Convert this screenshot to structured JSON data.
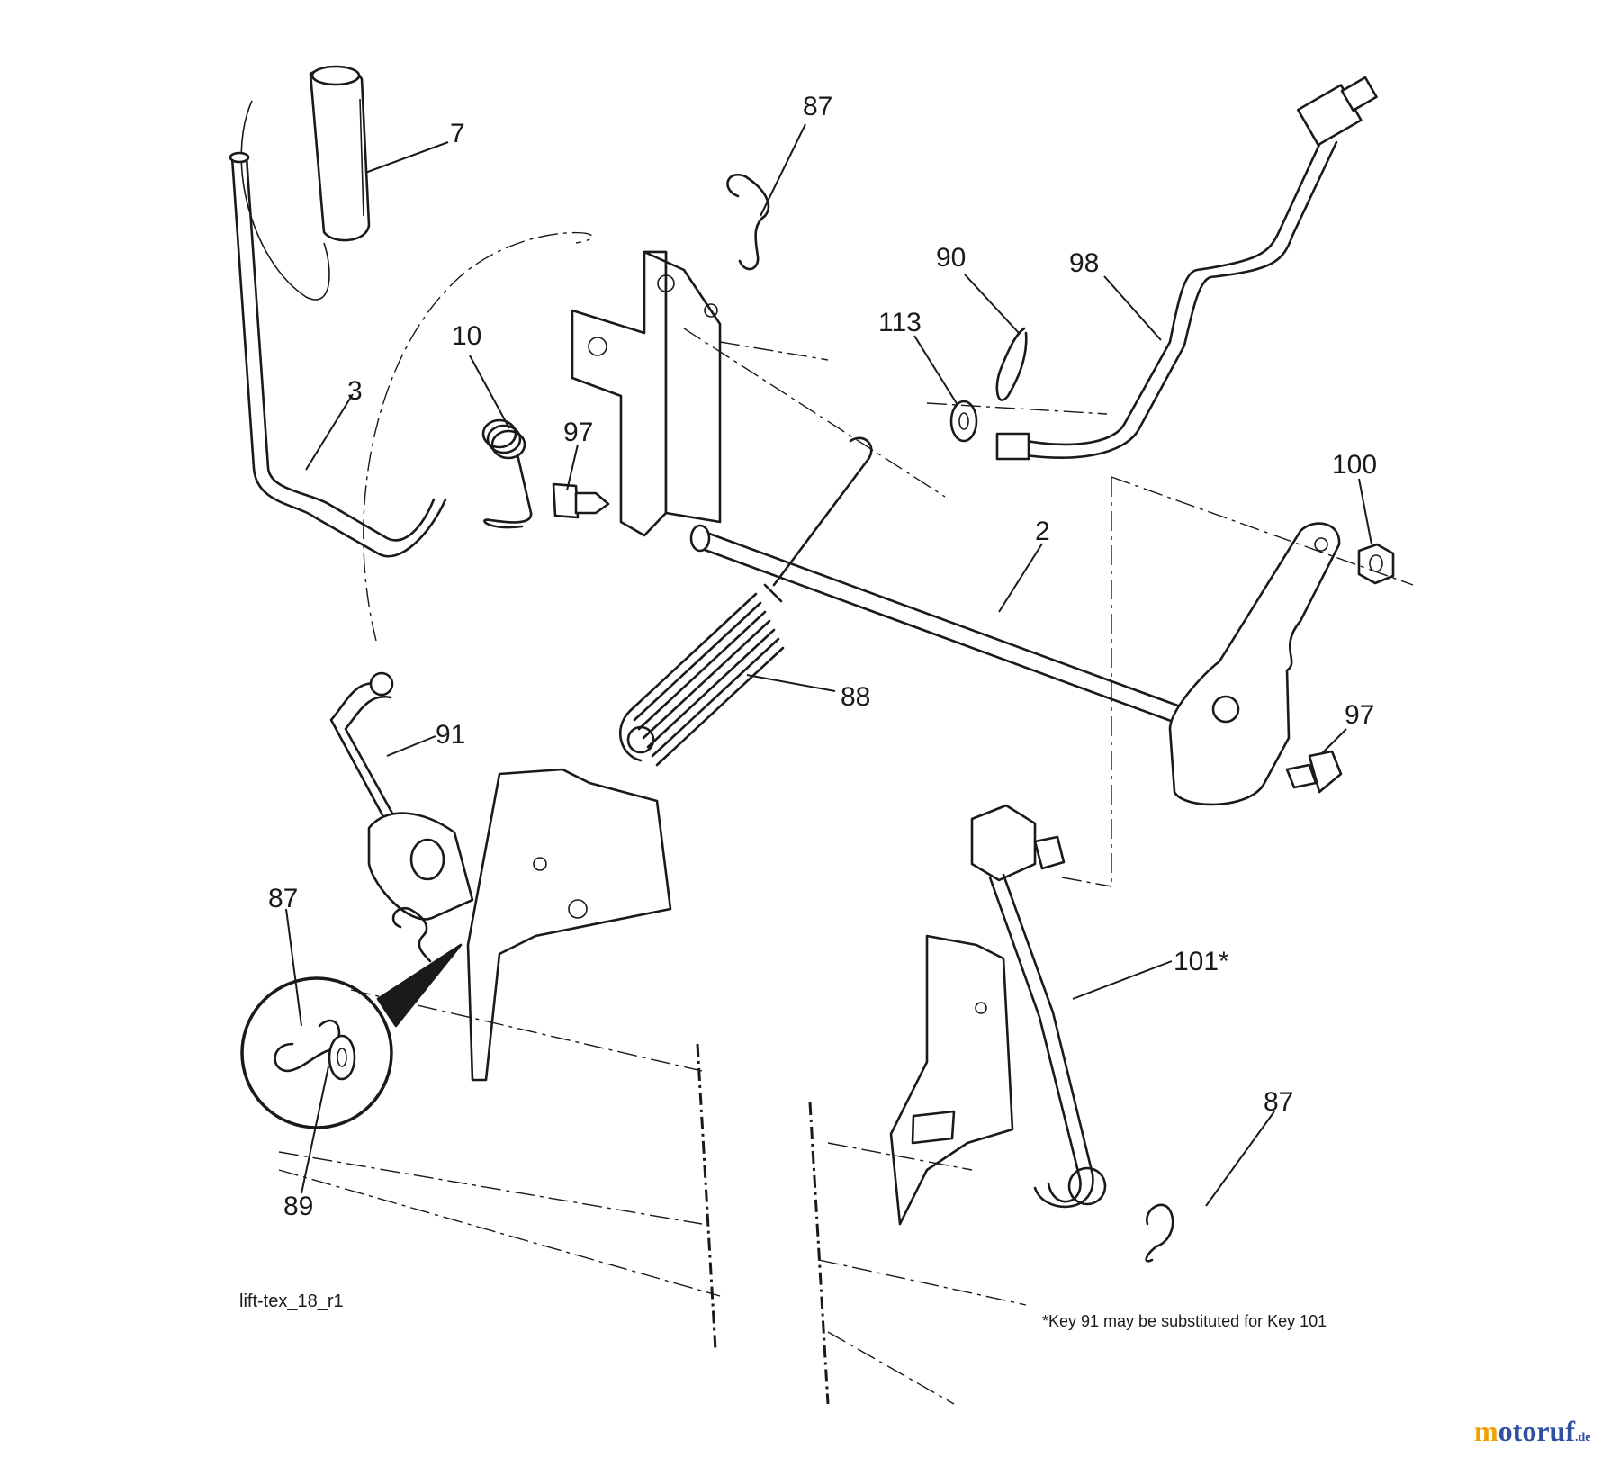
{
  "diagram": {
    "callouts": [
      {
        "id": "grip",
        "label": "7"
      },
      {
        "id": "hairpin-top",
        "label": "87"
      },
      {
        "id": "lift-handle",
        "label": "3"
      },
      {
        "id": "torsion-spring",
        "label": "10"
      },
      {
        "id": "cotter-pin",
        "label": "90"
      },
      {
        "id": "washer",
        "label": "113"
      },
      {
        "id": "adjust-rod",
        "label": "98"
      },
      {
        "id": "bolt-left",
        "label": "97"
      },
      {
        "id": "lift-shaft",
        "label": "2"
      },
      {
        "id": "locknut",
        "label": "100"
      },
      {
        "id": "extension-spring",
        "label": "88"
      },
      {
        "id": "bolt-right",
        "label": "97"
      },
      {
        "id": "link-left",
        "label": "91"
      },
      {
        "id": "hairpin-left",
        "label": "87"
      },
      {
        "id": "washer-detail",
        "label": "89"
      },
      {
        "id": "link-right",
        "label": "101*"
      },
      {
        "id": "hairpin-bottom",
        "label": "87"
      }
    ],
    "drawing_id": "lift-tex_18_r1",
    "footnote": "*Key 91 may be substituted for Key 101"
  },
  "watermark": {
    "o_part": "m",
    "main_part": "otoruf",
    "tld": ".de",
    "colors": {
      "accent": "#f0a000",
      "brand": "#2f4f9f"
    }
  }
}
